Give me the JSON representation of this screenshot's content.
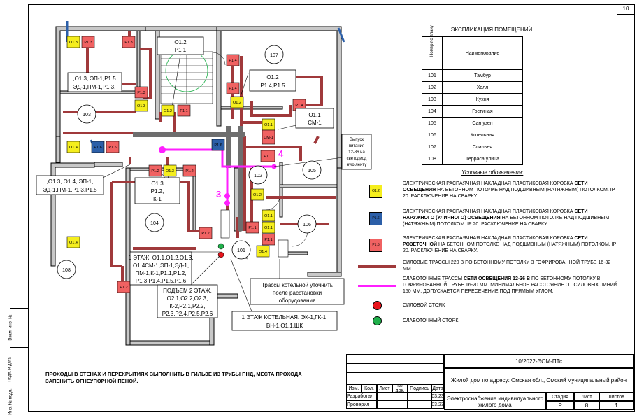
{
  "page_number": "10",
  "explication": {
    "title": "ЭКСПЛИКАЦИЯ ПОМЕЩЕНИЙ",
    "col_num": "Номер по плану",
    "col_name": "Наименование",
    "rows": [
      {
        "num": "101",
        "name": "Тамбур"
      },
      {
        "num": "102",
        "name": "Холл"
      },
      {
        "num": "103",
        "name": "Кухня"
      },
      {
        "num": "104",
        "name": "Гостиная"
      },
      {
        "num": "105",
        "name": "Сан узел"
      },
      {
        "num": "106",
        "name": "Котельная"
      },
      {
        "num": "107",
        "name": "Спальня"
      },
      {
        "num": "108",
        "name": "Терраса улица"
      }
    ]
  },
  "legend": {
    "title": "Условные обозначения:",
    "items": [
      {
        "tag": "O1.2",
        "color": "#f5ee1d",
        "text_a": "ЭЛЕКТРИЧЕСКАЯ РАСПАЯЧНАЯ НАКЛАДНАЯ ПЛАСТИКОВАЯ КОРОБКА ",
        "text_b": "СЕТИ ОСВЕЩЕНИЯ",
        "text_c": " НА БЕТОННОМ ПОТОЛКЕ НАД ПОДШИВНЫМ (НАТЯЖНЫМ) ПОТОЛКОМ. IP 20. РАСКЛЮЧЕНИЕ НА СВАРКУ."
      },
      {
        "tag": "P1.6",
        "color": "#2c5fa8",
        "text_a": "ЭЛЕКТРИЧЕСКАЯ РАСПАЯЧНАЯ НАКЛАДНАЯ ПЛАСТИКОВАЯ КОРОБКА ",
        "text_b": "СЕТИ НАРУЖНОГО (УЛИЧНОГО) ОСВЕЩЕНИЯ",
        "text_c": " НА БЕТОННОМ ПОТОЛКЕ НАД ПОДШИВНЫМ (НАТЯЖНЫМ) ПОТОЛКОМ. IP 20. РАСКЛЮЧЕНИЕ НА СВАРКУ."
      },
      {
        "tag": "P1.5",
        "color": "#f06262",
        "text_a": "ЭЛЕКТРИЧЕСКАЯ РАСПАЯЧНАЯ НАКЛАДНАЯ ПЛАСТИКОВАЯ КОРОБКА ",
        "text_b": "СЕТИ РОЗЕТОЧНОЙ",
        "text_c": " НА БЕТОННОМ ПОТОЛКЕ НАД ПОДШИВНЫМ (НАТЯЖНЫМ) ПОТОЛКОМ. IP 20. РАСКЛЮЧЕНИЕ НА СВАРКУ."
      },
      {
        "text_a": "СИЛОВЫЕ ТРАССЫ 220 В ПО БЕТОННОМУ ПОТОЛКУ В ГОФРИРОВАННОЙ ТРУБЕ 16-32 ММ",
        "text_b": "",
        "text_c": ""
      },
      {
        "text_a": "СЛАБОТОЧНЫЕ ТРАССЫ ",
        "text_b": "СЕТИ ОСВЕЩЕНИЯ 12-36 В",
        "text_c": " ПО БЕТОННОМУ ПОТОЛКУ В ГОФРИРОВАННОЙ ТРУБЕ 16-20 ММ. МИНИМАЛЬНОЕ РАССТОЯНИЕ ОТ СИЛОВЫХ ЛИНИЙ 150 ММ. ДОПУСКАЕТСЯ ПЕРЕСЕЧЕНИЕ ПОД ПРЯМЫМ УГЛОМ."
      },
      {
        "text_a": "СИЛОВОЙ СТОЯК",
        "text_b": "",
        "text_c": ""
      },
      {
        "text_a": "СЛАБОТОЧНЫЙ СТОЯК",
        "text_b": "",
        "text_c": ""
      }
    ],
    "colors": {
      "power": "#a0393b",
      "lowvolt": "#ff1fff",
      "riser_power": "#e8141c",
      "riser_low": "#20b04b"
    }
  },
  "rooms": [
    "101",
    "102",
    "103",
    "104",
    "105",
    "106",
    "107",
    "108"
  ],
  "callouts": {
    "c1": [
      "O1.2",
      "P1.1"
    ],
    "c2": [
      ",O1.3, ЭП-1,P1.5",
      "ЭД-1,ПМ-1,P1.3,"
    ],
    "c3": [
      "O1.2",
      "P1.4,P1.5"
    ],
    "c4": [
      "O1.1",
      "СМ-1"
    ],
    "c5": [
      "Выпуск",
      "питания",
      "12-36 на",
      "светодиод",
      "ную ленту"
    ],
    "c6": [
      ",O1.3, O1.4, ЭП-1,",
      "ЭД-1,ПМ-1,P1.3,P1.5"
    ],
    "c7": [
      "O1.3",
      "P1.2,",
      "К-1"
    ],
    "c8": [
      "1 ЭТАЖ. O1.1,O1.2,O1.3,",
      "O1.4СМ-1,ЭП-1,ЭД-1,",
      "ПМ-1,К-1,P1.1,P1.2,",
      "P1.3,P1.4,P1.5,P1.6"
    ],
    "c9": [
      "ПОДЪЕМ 2 ЭТАЖ.",
      "O2.1,O2.2,O2.3,",
      "К-2,P2.1,P2.2,",
      "P2.3,P2.4,P2.5,P2.6"
    ],
    "c10": [
      "Трассы котельной уточнить",
      "после расстановки",
      "оборудования"
    ],
    "c11": [
      "1 ЭТАЖ КОТЕЛЬНАЯ. ЭК-1,ГК-1,",
      "ВН-1,O1.1,ЩК"
    ]
  },
  "markers": {
    "m4": "4",
    "m3": "3"
  },
  "boxes": {
    "b_o13_a": "O1.3",
    "b_p13_a": "P1.3",
    "b_p13_b": "P1.3",
    "b_p13_c": "P1.3",
    "b_o13_b": "O1.3",
    "b_o12_a": "O1.2",
    "b_p11_a": "P1.1",
    "b_p14_a": "P1.4",
    "b_p14_b": "P1.4",
    "b_o12_b": "O1.2",
    "b_p14_c": "P1.4",
    "b_o11_a": "O1.1",
    "b_sm1": "СМ-1",
    "b_p11_b": "P1.1",
    "b_o14_a": "O1.4",
    "b_p16_a": "P1.6",
    "b_p15_a": "P1.5",
    "b_p16_b": "P1.6",
    "b_p12_a": "P1.2",
    "b_p12_b": "P1.2",
    "b_o13_c": "O1.3",
    "b_o12_c": "O1.2",
    "b_p12_c": "P1.2",
    "b_o11_b": "O1.1",
    "b_o11_c": "O1.1",
    "b_p11_c": "P1.1",
    "b_p11_d": "P1.1",
    "b_o14_b": "O1.4",
    "b_o14_c": "O1.4",
    "b_p12_d": "P1.2"
  },
  "note": "ПРОХОДЫ В СТЕНАХ И ПЕРЕКРЫТИЯХ ВЫПОЛНИТЬ В ГИЛЬЗЕ ИЗ ТРУБЫ ПНД, МЕСТА ПРОХОДА ЗАПЕНИТЬ ОГНЕУПОРНОЙ ПЕНОЙ.",
  "side_labels": [
    "Взам. инв. №",
    "Подп. и дата",
    "Инв. № подл."
  ],
  "title_block": {
    "code": "10/2022-ЭОМ-ПТс",
    "address": "Жилой дом по адресу: Омская обл., Омский муниципальный район",
    "h_izm": "Изм.",
    "h_kol": "Кол.",
    "h_list": "Лист",
    "h_ndok": "№ док.",
    "h_podp": "Подпись",
    "h_data": "Дата",
    "r1_role": "Разработал",
    "r1_date": "03.23",
    "r2_role": "Проверил",
    "r2_date": "03.23",
    "subject": "Электроснабжение индивидуального жилого дома",
    "stage_h": "Стадия",
    "sheet_h": "Лист",
    "sheets_h": "Листов",
    "stage": "Р",
    "sheet": "8",
    "sheets": "1"
  }
}
